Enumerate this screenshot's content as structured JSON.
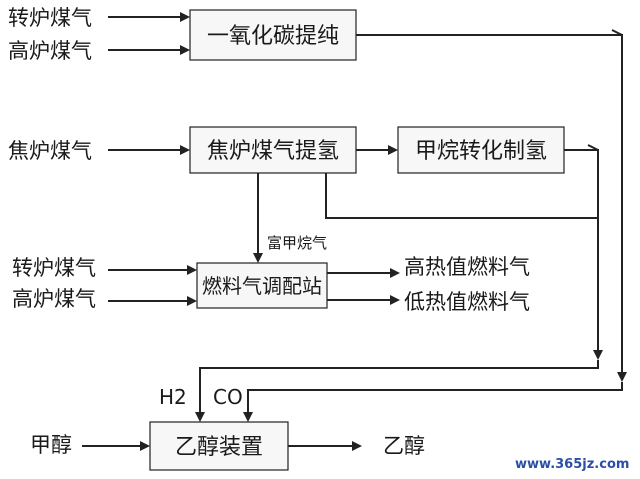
{
  "inputs": {
    "zhuanlu_top": "转炉煤气",
    "gaolu_top": "高炉煤气",
    "jiaolu": "焦炉煤气",
    "zhuanlu_mid": "转炉煤气",
    "gaolu_mid": "高炉煤气",
    "methanol": "甲醇"
  },
  "boxes": {
    "co_purify": "一氧化碳提纯",
    "coke_h2": "焦炉煤气提氢",
    "methane_h2": "甲烷转化制氢",
    "fuel_station": "燃料气调配站",
    "ethanol_unit": "乙醇装置"
  },
  "labels": {
    "methane_rich": "富甲烷气",
    "high_fuel": "高热值燃料气",
    "low_fuel": "低热值燃料气",
    "h2": "H2",
    "co": "CO",
    "ethanol": "乙醇"
  },
  "watermark": "www.365jz.com",
  "colors": {
    "line": "#222222",
    "box_fill": "#f7f7f7",
    "watermark": "#2b4fa8"
  }
}
